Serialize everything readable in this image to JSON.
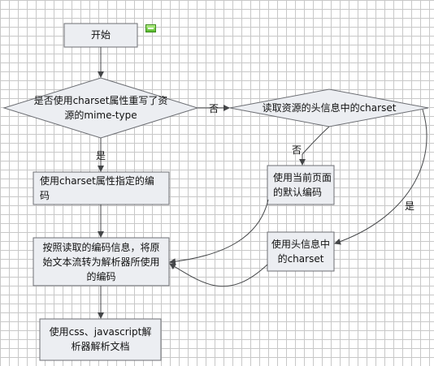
{
  "nodes": {
    "start": "开始",
    "decision_override": [
      "是否使用charset属性重写了资",
      "源的mime-type"
    ],
    "use_charset_attr": [
      "使用charset属性指定的编",
      "码"
    ],
    "read_header_charset": "读取资源的头信息中的charset",
    "use_default_encoding": [
      "使用当前页面",
      "的默认编码"
    ],
    "use_header_charset": [
      "使用头信息中",
      "的charset"
    ],
    "decode_stream": [
      "按照读取的编码信息，将原",
      "始文本流转为解析器所使用",
      "的编码"
    ],
    "parse_document": [
      "使用css、javascript解",
      "析器解析文档"
    ]
  },
  "edge_labels": {
    "no_1": "否",
    "yes_1": "是",
    "no_2": "否",
    "yes_2": "是"
  },
  "colors": {
    "node_fill": "#eceef2",
    "node_stroke": "#6c6e73",
    "edge": "#444648"
  },
  "icons": [
    "collapse-icon"
  ]
}
